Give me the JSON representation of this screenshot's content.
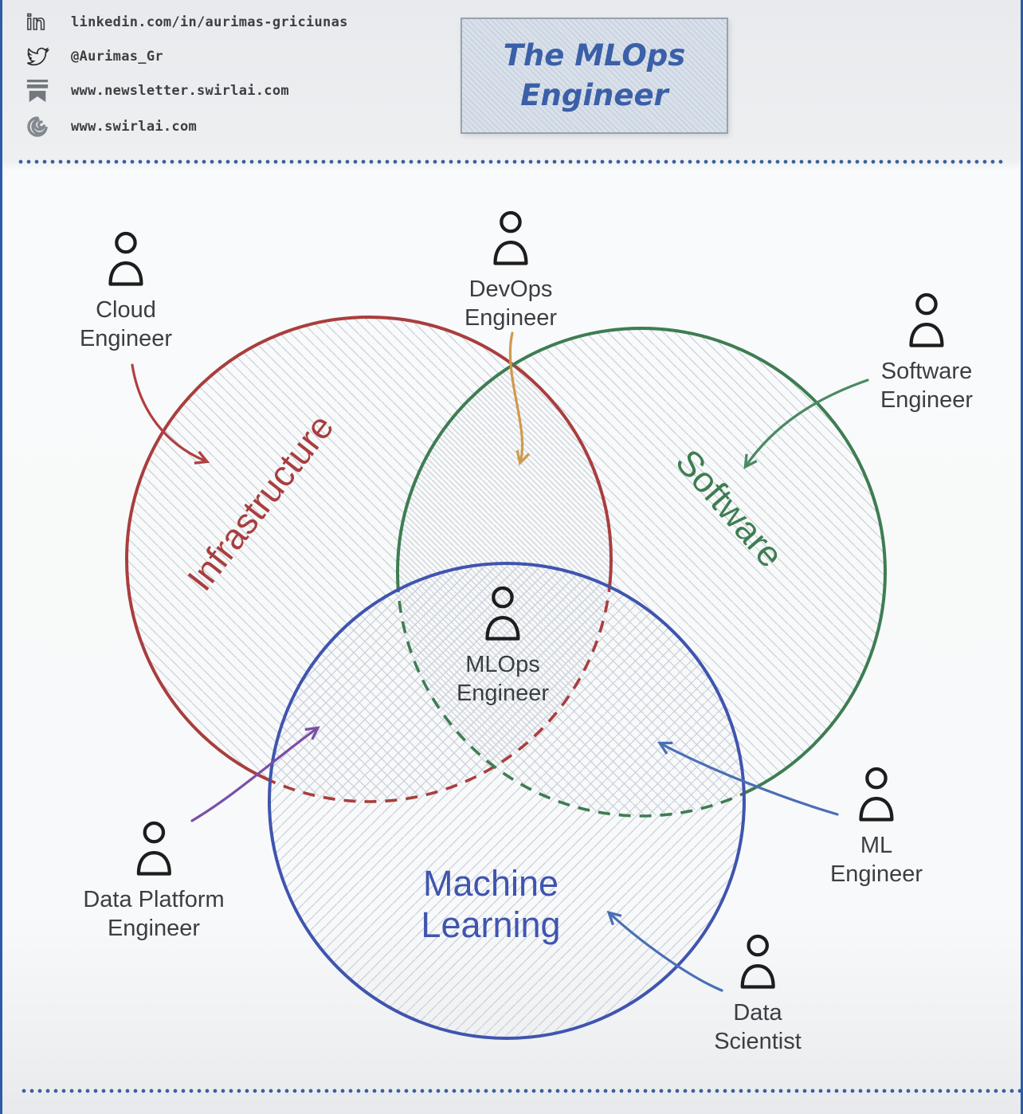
{
  "header": {
    "links": [
      {
        "icon": "linkedin-icon",
        "text": "linkedin.com/in/aurimas-griciunas"
      },
      {
        "icon": "twitter-icon",
        "text": "@Aurimas_Gr"
      },
      {
        "icon": "newsletter-icon",
        "text": "www.newsletter.swirlai.com"
      },
      {
        "icon": "swirl-icon",
        "text": "www.swirlai.com"
      }
    ],
    "title": {
      "line1": "The MLOps",
      "line2": "Engineer",
      "color": "#3b5fa8"
    }
  },
  "diagram": {
    "type": "venn",
    "circles": {
      "infrastructure": {
        "label": "Infrastructure",
        "color": "#a93e3e"
      },
      "software": {
        "label": "Software",
        "color": "#3e7d52"
      },
      "machine_learning": {
        "label_line1": "Machine",
        "label_line2": "Learning",
        "color": "#3f55ae"
      }
    },
    "roles": {
      "cloud": {
        "lines": [
          "Cloud",
          "Engineer"
        ],
        "arrow_color": "#b04040",
        "points_to": "infrastructure"
      },
      "devops": {
        "lines": [
          "DevOps",
          "Engineer"
        ],
        "arrow_color": "#cf9a4d",
        "points_to": "infrastructure-software-overlap"
      },
      "software_engineer": {
        "lines": [
          "Software",
          "Engineer"
        ],
        "arrow_color": "#4a8a63",
        "points_to": "software"
      },
      "mlops": {
        "lines": [
          "MLOps",
          "Engineer"
        ],
        "points_to": "center-overlap"
      },
      "data_platform": {
        "lines": [
          "Data Platform",
          "Engineer"
        ],
        "arrow_color": "#7a4fa8",
        "points_to": "infrastructure-machine-learning-overlap"
      },
      "ml_engineer": {
        "lines": [
          "ML",
          "Engineer"
        ],
        "arrow_color": "#4a6fb5",
        "points_to": "software-machine-learning-overlap"
      },
      "data_scientist": {
        "lines": [
          "Data",
          "Scientist"
        ],
        "arrow_color": "#4a6fb5",
        "points_to": "machine-learning"
      }
    }
  },
  "style": {
    "frame_color": "#2d5ca6",
    "dotted_color": "#3a5f9e",
    "label_color": "#3b3f43",
    "hatch_color": "#ccd1d9"
  }
}
